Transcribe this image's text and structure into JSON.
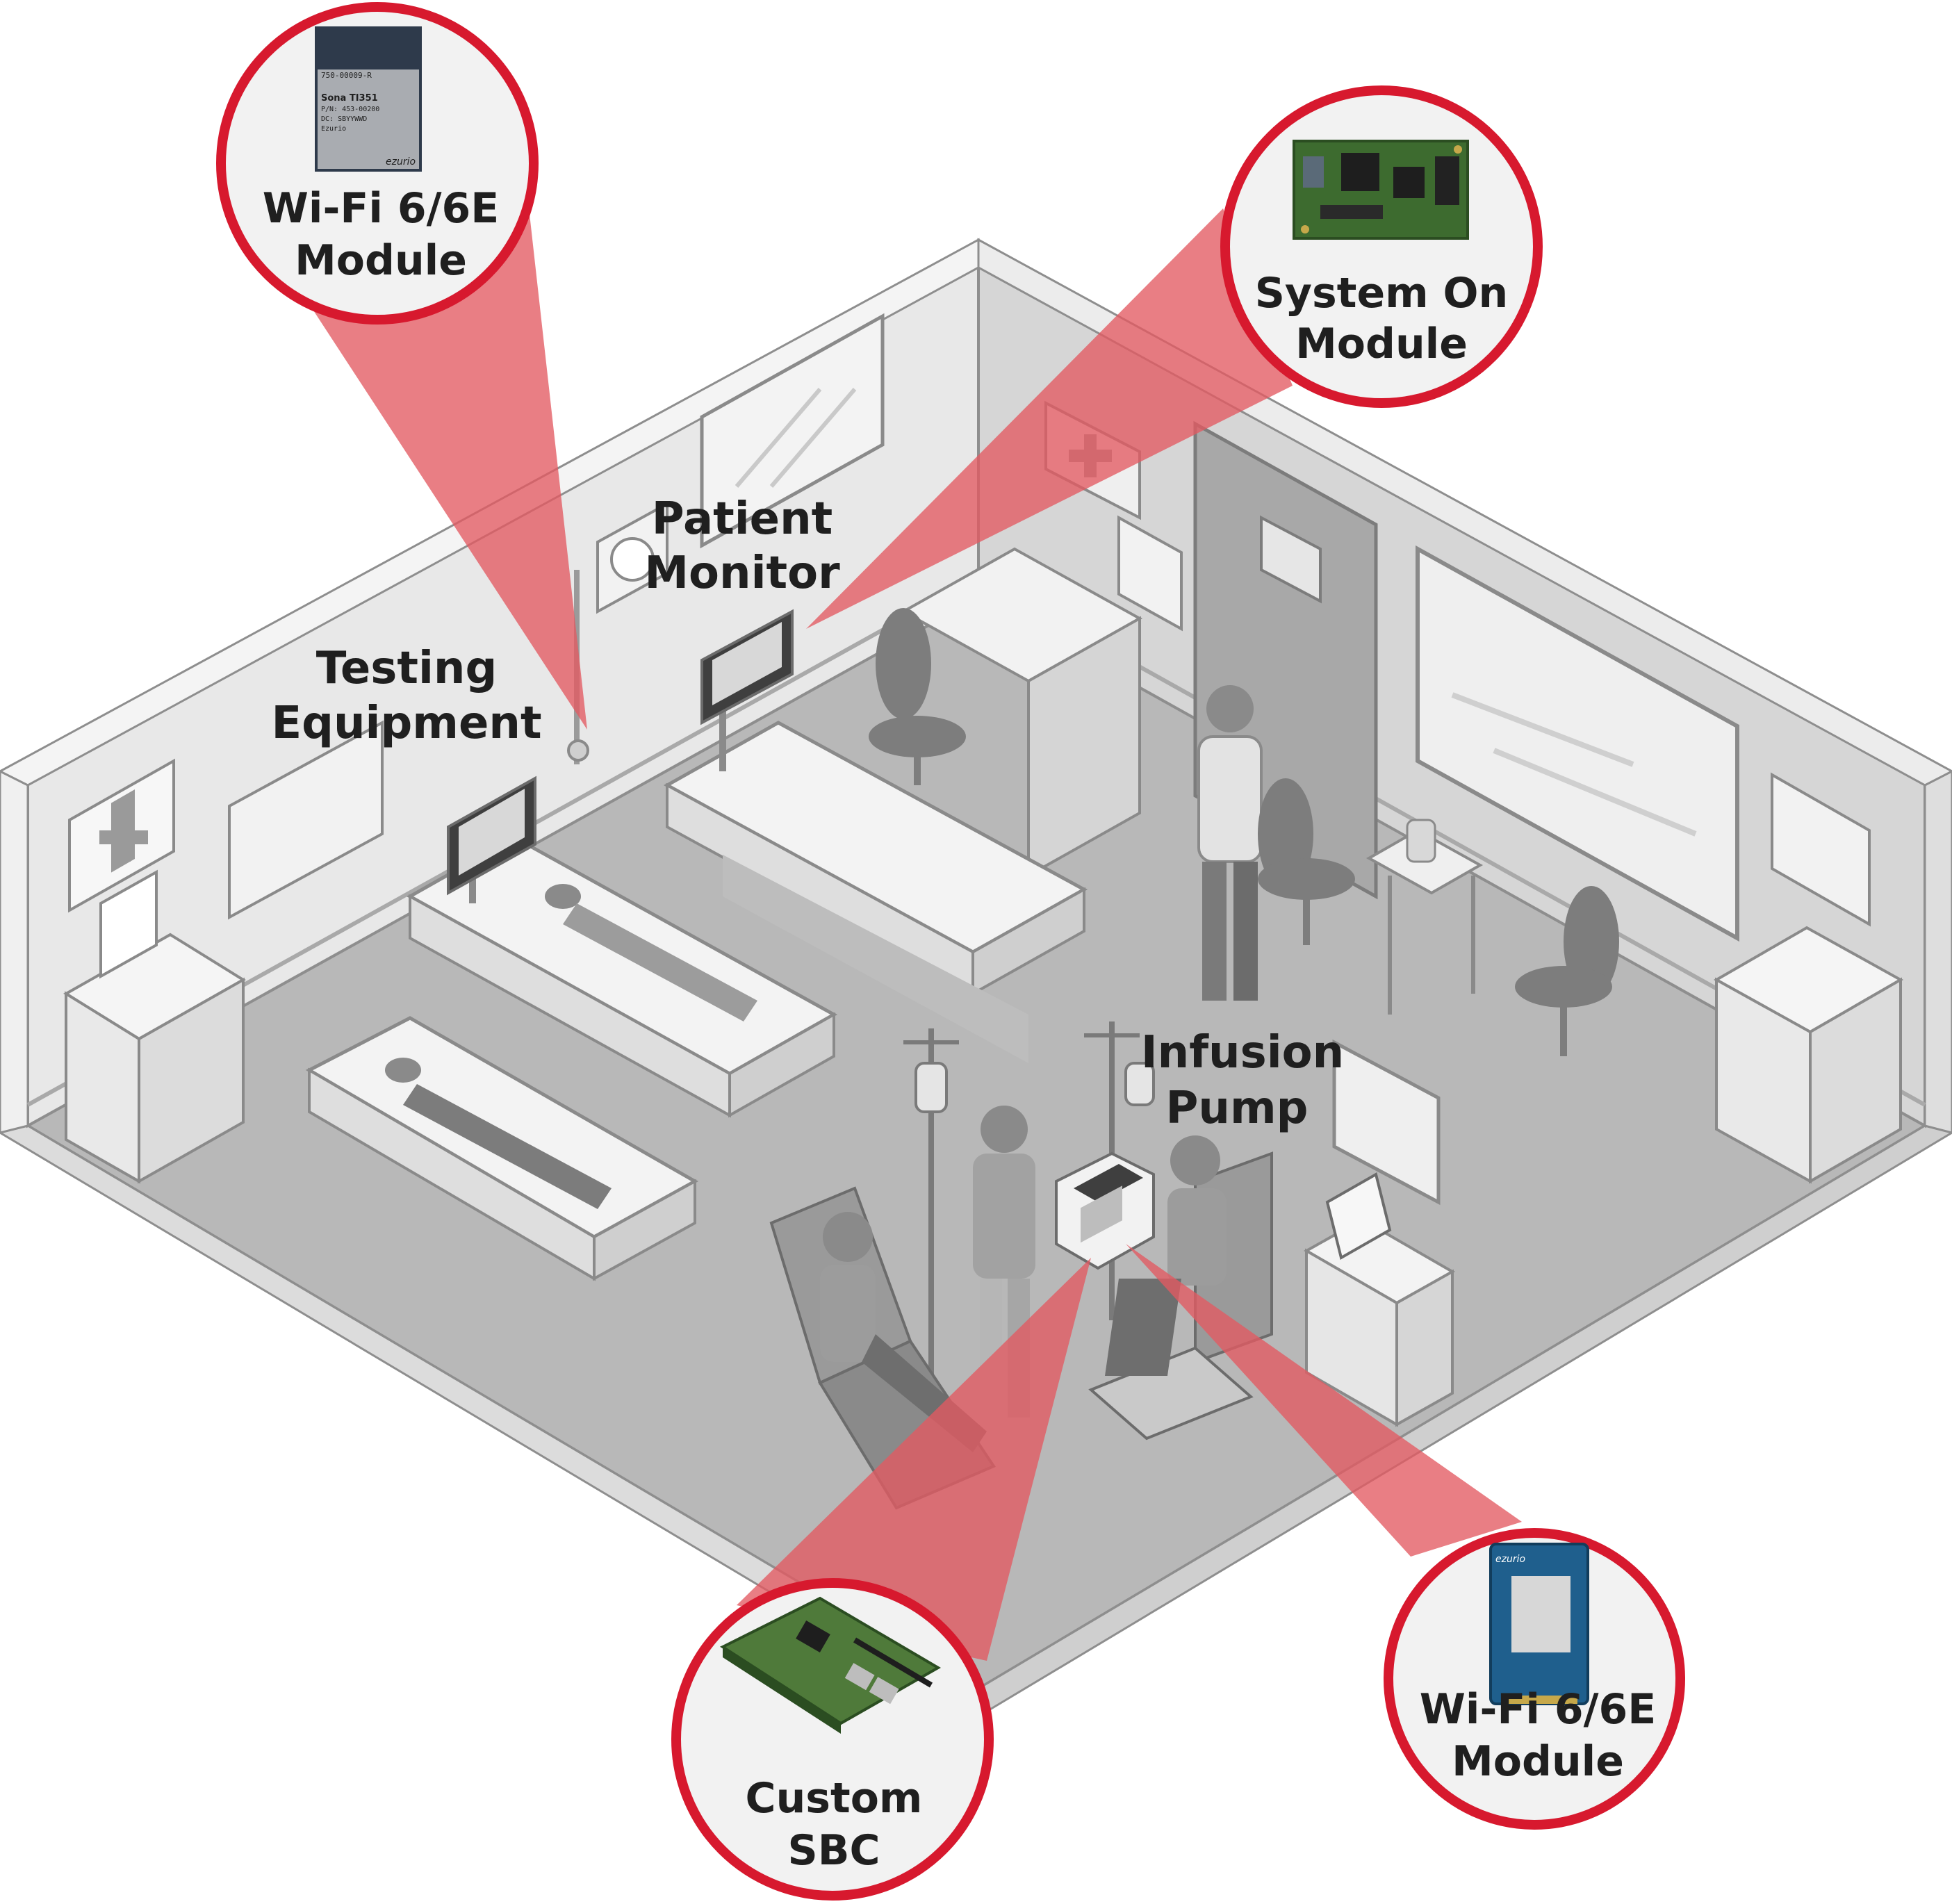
{
  "area_labels": {
    "patient_monitor": [
      "Patient",
      "Monitor"
    ],
    "testing_equipment": [
      "Testing",
      "Equipment"
    ],
    "infusion_pump": [
      "Infusion",
      "Pump"
    ]
  },
  "callouts": {
    "wifi_top": {
      "title": [
        "Wi-Fi 6/6E",
        "Module"
      ],
      "chip_lines": [
        "750-00009-R",
        "Sona TI351",
        "P/N: 453-00200",
        "DC: SBYYWWD",
        "Ezurio"
      ],
      "chip_logo": "ezurio"
    },
    "som": {
      "title": [
        "System On",
        "Module"
      ]
    },
    "sbc": {
      "title": [
        "Custom",
        "SBC"
      ]
    },
    "wifi_bottom": {
      "title": [
        "Wi-Fi 6/6E",
        "Module"
      ],
      "card_logo": "ezurio"
    }
  },
  "colors": {
    "accent_red": "#d7192e",
    "beam_red": "#e35a62",
    "floor": "#b6b6b6",
    "wall": "#e6e6e6",
    "wall_dark": "#d4d4d4",
    "outline": "#9a9a9a",
    "pcb_green": "#3d6b2f",
    "card_blue": "#1f5f8d",
    "chip_dark": "#2e3a4b"
  },
  "icons": [
    "medical-cross-icon",
    "patient-monitor-icon",
    "infusion-pump-icon"
  ]
}
